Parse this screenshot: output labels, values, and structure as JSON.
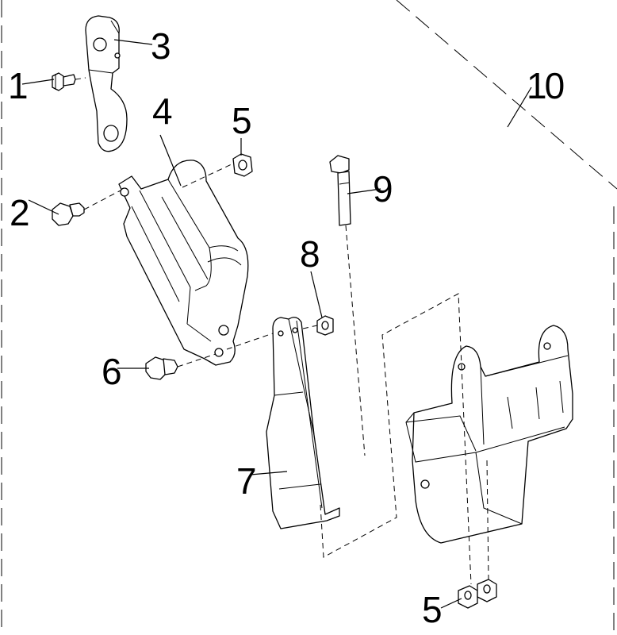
{
  "diagram": {
    "callouts": {
      "c1": "1",
      "c2": "2",
      "c3": "3",
      "c4": "4",
      "c5a": "5",
      "c5b": "5",
      "c6": "6",
      "c7": "7",
      "c8": "8",
      "c9": "9",
      "c10": "10"
    },
    "colors": {
      "line": "#000000",
      "background": "#ffffff"
    }
  }
}
